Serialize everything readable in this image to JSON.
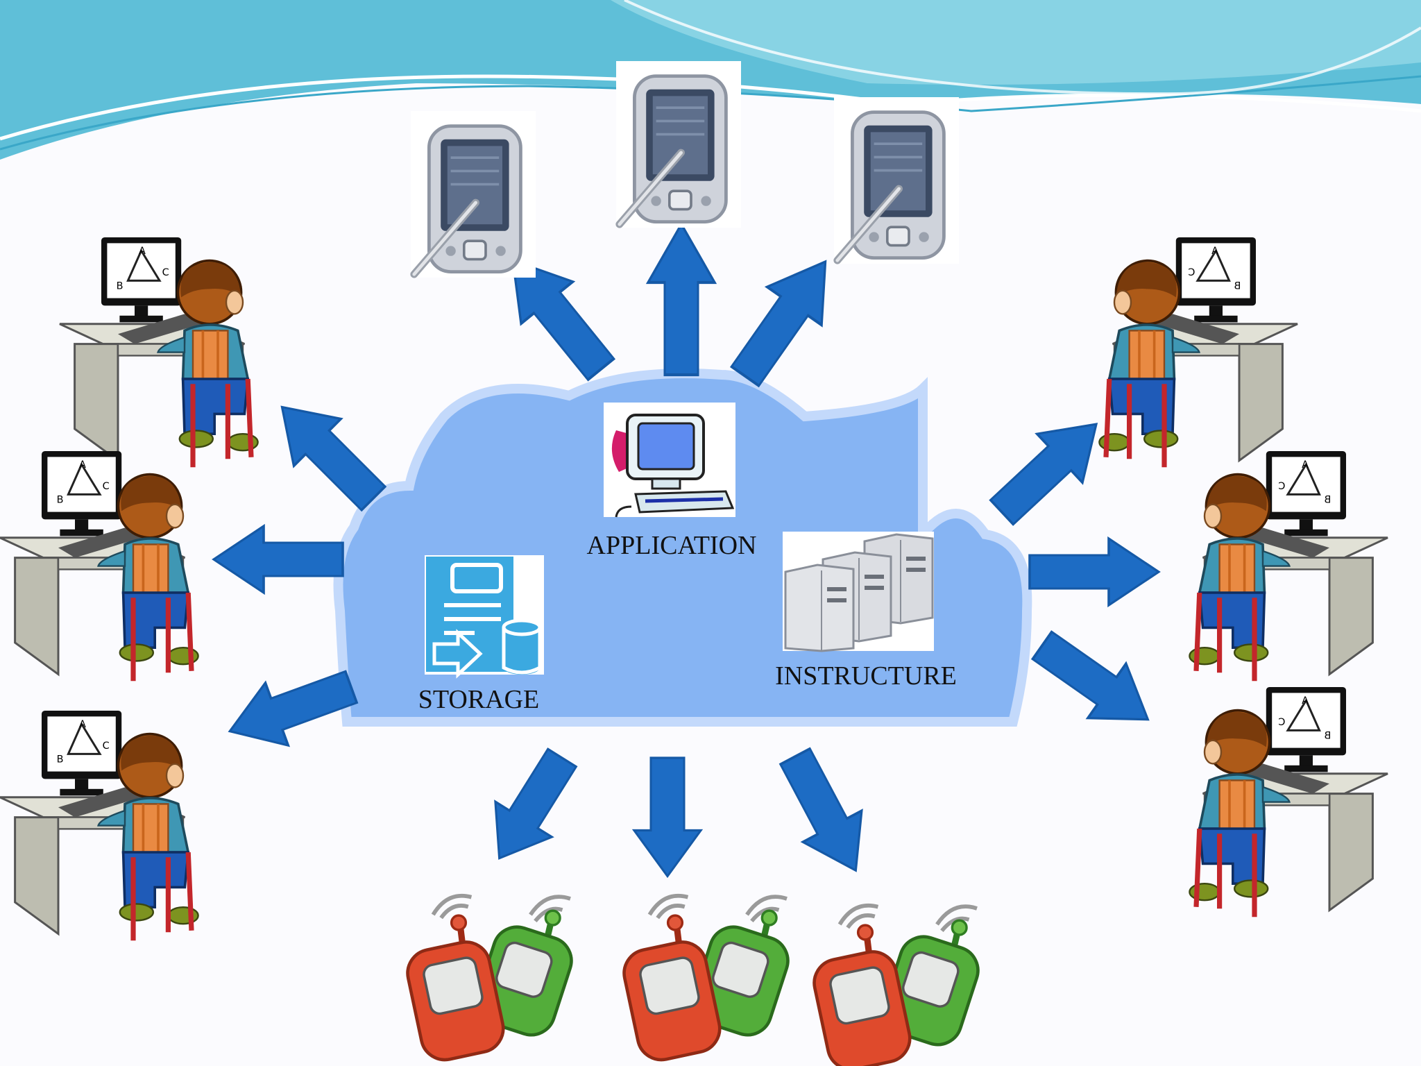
{
  "cloud": {
    "labels": {
      "application": "APPLICATION",
      "storage": "STORAGE",
      "infrastructure": "INSTRUCTURE"
    }
  },
  "colors": {
    "arrow": "#1d6cc4",
    "arrow_edge": "#1559a6",
    "cloud": "#86b4f3",
    "cloud_edge": "#c3d9fb",
    "storage_icon_bg": "#3ba9e0",
    "wave_dark": "#3aa7c8",
    "wave_light": "#8fd6e6"
  },
  "icons": {
    "top_row": [
      "pda-stylus-icon",
      "pda-stylus-icon",
      "pda-stylus-icon"
    ],
    "left_column": [
      "student-at-computer-icon",
      "student-at-computer-icon",
      "student-at-computer-icon"
    ],
    "right_column": [
      "student-at-computer-icon",
      "student-at-computer-icon",
      "student-at-computer-icon"
    ],
    "bottom_row": [
      "walkie-talkie-pair-icon",
      "walkie-talkie-pair-icon",
      "walkie-talkie-pair-icon"
    ],
    "cloud_contents": [
      "desktop-computer-icon",
      "storage-icon",
      "server-rack-icon"
    ]
  },
  "screen_letters": {
    "a": "A",
    "b": "B",
    "c": "C"
  }
}
